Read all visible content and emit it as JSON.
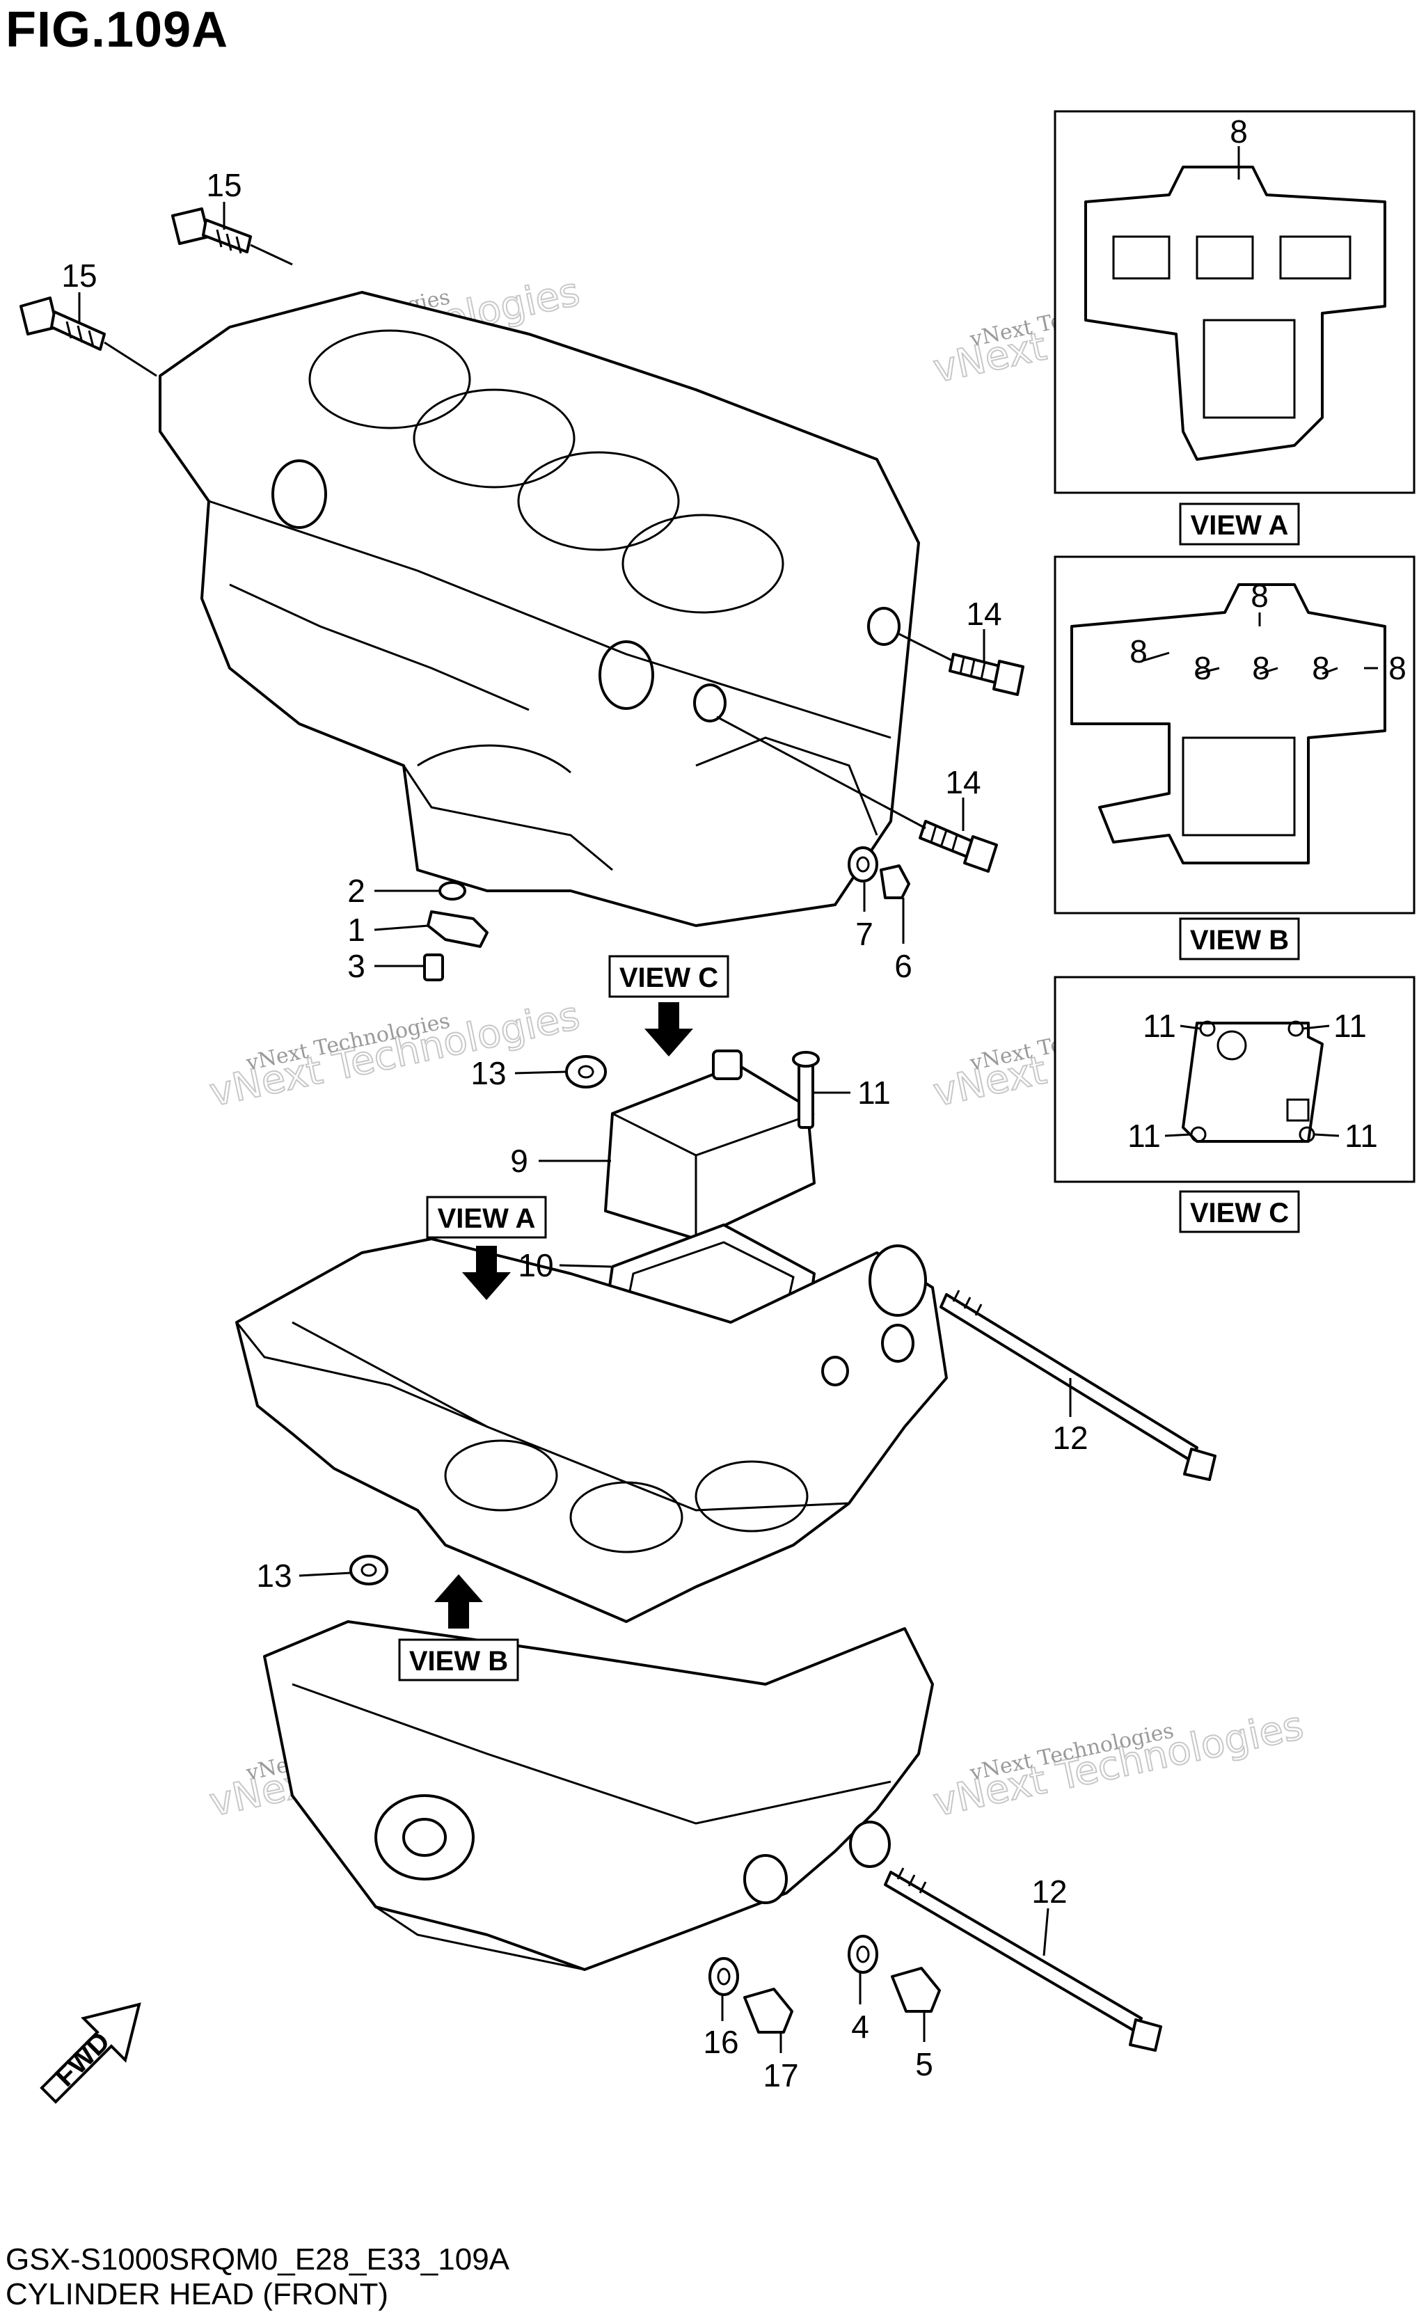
{
  "figure": {
    "title": "FIG.109A",
    "model_code": "GSX-S1000SRQM0_E28_E33_109A",
    "caption": "CYLINDER HEAD (FRONT)"
  },
  "views": [
    {
      "label": "VIEW A"
    },
    {
      "label": "VIEW B"
    },
    {
      "label": "VIEW C"
    }
  ],
  "view_pointers": {
    "view_a": "VIEW A",
    "view_b": "VIEW B",
    "view_c": "VIEW C"
  },
  "inset_callouts": {
    "view_a": [
      "8"
    ],
    "view_b": [
      "8",
      "8",
      "8",
      "8",
      "8",
      "8"
    ],
    "view_c": [
      "11",
      "11",
      "11",
      "11"
    ]
  },
  "callouts": [
    "15",
    "15",
    "14",
    "14",
    "2",
    "1",
    "3",
    "7",
    "6",
    "13",
    "11",
    "9",
    "10",
    "12",
    "13",
    "12",
    "16",
    "17",
    "4",
    "5"
  ],
  "fwd_label": "FWD",
  "watermark": {
    "line1": "vNext Technologies",
    "line2": "vNext Technologies"
  }
}
